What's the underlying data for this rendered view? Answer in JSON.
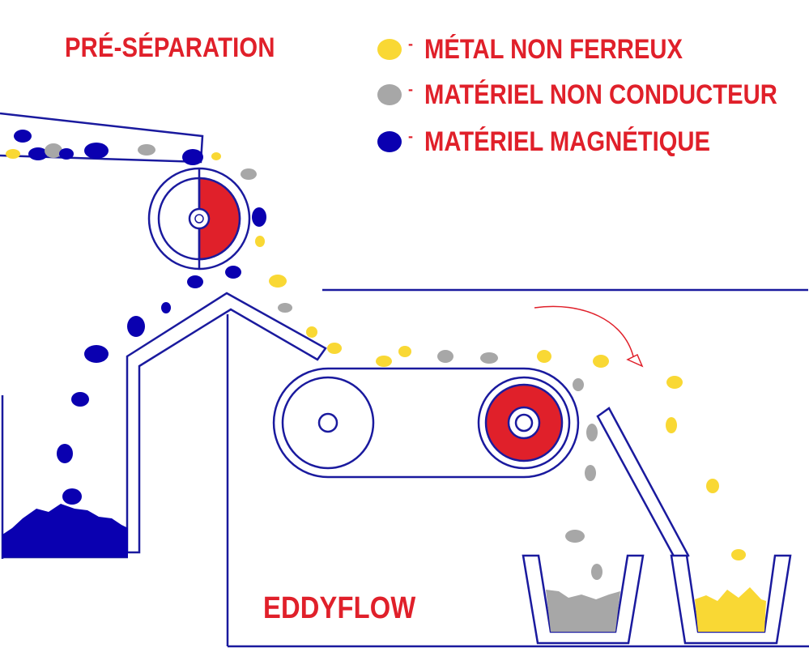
{
  "labels": {
    "pre_separation": "PRÉ-SÉPARATION",
    "eddyflow": "EDDYFLOW"
  },
  "legend": [
    {
      "color": "#F9D834",
      "dash": "-",
      "text": "MÉTAL NON FERREUX"
    },
    {
      "color": "#A7A7A7",
      "dash": "-",
      "text": "MATÉRIEL  NON CONDUCTEUR"
    },
    {
      "color": "#0A00B0",
      "dash": "-",
      "text": "MATÉRIEL  MAGNÉTIQUE"
    }
  ],
  "colors": {
    "text_red": "#E0202A",
    "outline_blue": "#1A1A9E",
    "magnet_red": "#E0202A",
    "non_ferrous_yellow": "#F9D834",
    "non_conductive_grey": "#A7A7A7",
    "magnetic_blue": "#0A00B0"
  }
}
